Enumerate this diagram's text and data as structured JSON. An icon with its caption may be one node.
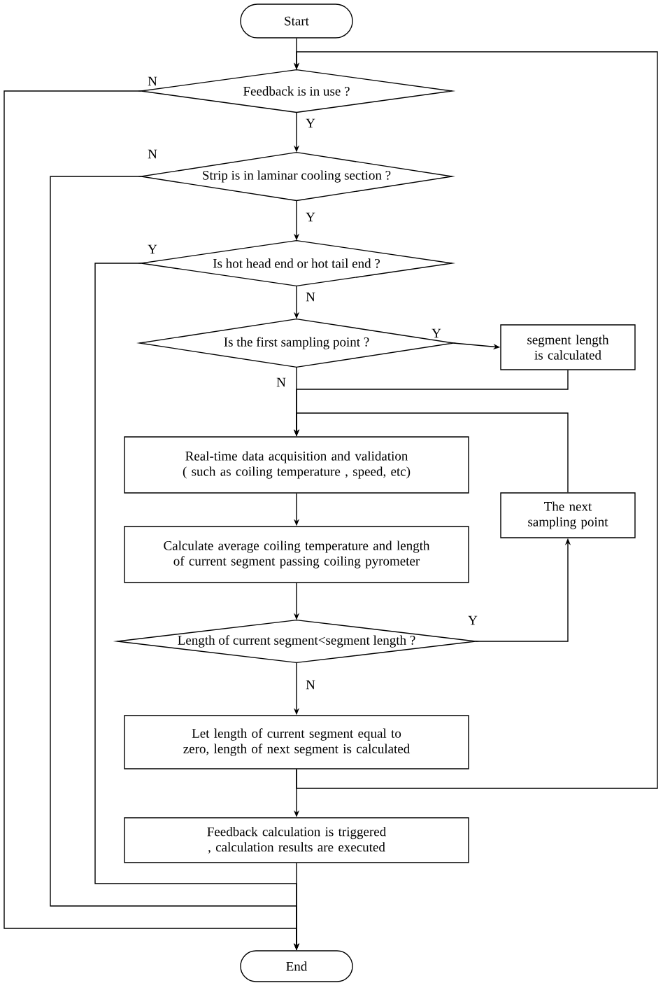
{
  "diagram": {
    "nodes": [
      {
        "text": [
          "Start"
        ]
      },
      {
        "text": [
          "Feedback is in use ?"
        ]
      },
      {
        "text": [
          "Strip is in laminar cooling section ?"
        ]
      },
      {
        "text": [
          "Is hot head end or hot tail end ?"
        ]
      },
      {
        "text": [
          "Is the first sampling point ?"
        ]
      },
      {
        "text": [
          "segment length is calculated"
        ]
      },
      {
        "text": [
          "Real-time data acquisition and validation ( such as coiling temperature , speed, etc)"
        ]
      },
      {
        "text": [
          "Calculate average coiling temperature and length of current segment passing coiling pyrometer"
        ]
      },
      {
        "text": [
          "Length of current segment<segment length ?"
        ]
      },
      {
        "text": [
          "The next sampling point"
        ]
      },
      {
        "text": [
          "Let length of current segment equal to zero, length of next segment is calculated"
        ]
      },
      {
        "text": [
          "Feedback calculation is triggered , calculation results are executed"
        ]
      },
      {
        "text": [
          "End"
        ]
      }
    ],
    "edges": [
      {
        "from": 0,
        "to": 1,
        "arrow": "to"
      },
      {
        "from": 1,
        "to": 2,
        "arrow": "to",
        "label": "Y"
      },
      {
        "from": 2,
        "to": 3,
        "arrow": "to",
        "label": "Y"
      },
      {
        "from": 3,
        "to": 4,
        "arrow": "to",
        "label": "N"
      },
      {
        "from": 4,
        "to": 5,
        "arrow": "to",
        "label": "Y"
      },
      {
        "from": 5,
        "to": 6,
        "arrow": "to"
      },
      {
        "from": 4,
        "to": 6,
        "arrow": "to",
        "label": "N"
      },
      {
        "from": 6,
        "to": 7,
        "arrow": "to"
      },
      {
        "from": 7,
        "to": 8,
        "arrow": "to"
      },
      {
        "from": 8,
        "to": 9,
        "arrow": "to",
        "label": "Y"
      },
      {
        "from": 9,
        "to": 6,
        "arrow": "to"
      },
      {
        "from": 8,
        "to": 10,
        "arrow": "to",
        "label": "N"
      },
      {
        "from": 10,
        "to": 11,
        "arrow": "to"
      },
      {
        "from": 10,
        "to": 1,
        "arrow": "to"
      },
      {
        "from": 11,
        "to": 12,
        "arrow": "to"
      },
      {
        "from": 1,
        "to": 12,
        "arrow": "to",
        "label": "N"
      },
      {
        "from": 2,
        "to": 12,
        "arrow": "to",
        "label": "N"
      },
      {
        "from": 3,
        "to": 12,
        "arrow": "to",
        "label": "Y"
      }
    ]
  }
}
